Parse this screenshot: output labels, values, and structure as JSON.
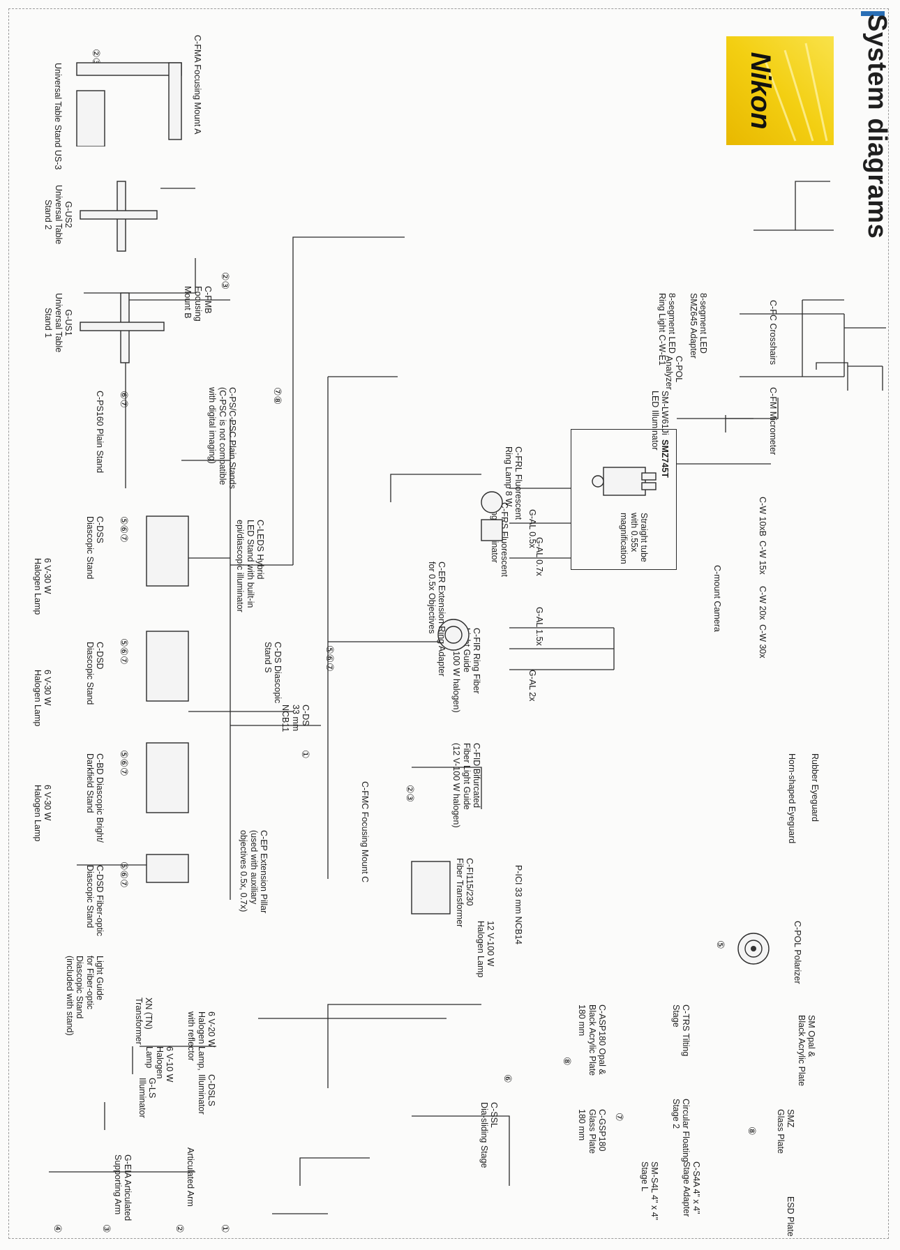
{
  "header": {
    "title": "System diagrams"
  },
  "brand": {
    "logo_text": "Nikon",
    "logo_yellow": "#f6d21b",
    "logo_text_color": "#111111",
    "accent": "#2a6fb6"
  },
  "components": {
    "rubber_eyeguard": "Rubber Eyeguard",
    "horn_eyeguard": "Horn-shaped Eyeguard",
    "crosshairs": "C-FC Crosshairs",
    "micrometer": "C-FM Micrometer",
    "cw10": "C-W 10xB",
    "cw15": "C-W 15x",
    "cw20": "C-W 20x",
    "cw30": "C-W 30x",
    "cmount": "C-mount Camera",
    "smz745t": "SMZ745T",
    "straight_tube": "Straight tube\nwith 0.55x\nmagnification",
    "ga05": "G-AL 0.5x",
    "ga07": "G-AL 0.7x",
    "ga15": "G-AL 1.5x",
    "ga2": "G-AL 2x",
    "led_adapter": "8-segment LED\nSMZ645 Adapter",
    "led_ring": "8-segment LED\nRing Light C-W-E1",
    "cpol_analyzer": "C-POL\nAnalyzer",
    "sm_lw61ji": "SM-LW61Ji\nLED Illuminator",
    "c_frl": "C-FRL Fluorescent\nRing Lamp 8 W",
    "c_frs": "C-FRS Fluorescent\nRing Illuminator",
    "c_fir": "C-FIR Ring Fiber\nLight Guide\n(12 V-100 W halogen)",
    "c_fid": "C-FID Bifurcated\nFiber Light Guide\n(12 V-100 W halogen)",
    "pici": "P-ICI 33 mm NCB14",
    "c_fi115": "C-FI115/230\nFiber Transformer",
    "halogen_12v": "12 V-100 W\nHalogen Lamp",
    "cpol_polarizer": "C-POL Polarizer",
    "sm_opal": "SM Opal &\nBlack Acrylic Plate",
    "smz_glass": "SMZ\nGlass Plate",
    "esd_plate": "ESD Plate",
    "c_trs": "C-TRS Tilting\nStage",
    "circular_stage": "Circular Floating\nStage 2",
    "sm_s4l": "SM-S4L 4\" x 4\"\nStage L",
    "c_s4a": "C-S4A 4\" x 4\"\nStage Adapter",
    "c_asp180": "C-ASP180 Opal &\nBlack Acrylic Plate\n180 mm",
    "c_gsp180": "C-GSP180\nGlass Plate\n180 mm",
    "c_ssl": "C-SSL\nDia-sliding Stage",
    "c_fma": "C-FMA Focusing Mount A",
    "us3": "Universal Table Stand US-3",
    "g_us2": "G-US2\nUniversal Table\nStand 2",
    "g_us1": "G-US1\nUniversal Table\nStand 1",
    "c_fmb": "C-FMB\nFocusing\nMount B",
    "c_ps": "C-PS/C-PSC Plain Stands\n(C-PSC is not compatible\nwith digital imaging)",
    "c_ps160": "C-PS160 Plain Stand",
    "c_leds": "C-LEDS Hybrid\nLED Stand with built-in\nepi/diascopic illuminator",
    "c_er": "C-ER Extension Ring Adapter\nfor 0.5x Objectives",
    "c_ds": "C-DS Diascopic\nStand S",
    "c_ds_ncb": "C-DS\n33 mm\nNCB11",
    "c_fmc": "C-FMC Focusing Mount C",
    "c_dss": "C-DSS\nDiascopic Stand",
    "c_dsd": "C-DSD\nDiascopic Stand",
    "c_bd": "C-BD Diascopic Bright/\nDarkfield Stand",
    "c_dsd_fo": "C-DSD Fiber-optic\nDiascopic Stand",
    "halogen_6v30": "6 V-30 W\nHalogen Lamp",
    "c_ep": "C-EP Extension Pillar\n(used with auxiliary\nobjectives 0.5x, 0.7x)",
    "light_guide": "Light Guide\nfor Fiber-optic\nDiascopic Stand\n(included with stand)",
    "xn_transformer": "XN (TN)\nTransformer",
    "halogen_6v20": "6 V-20 W\nHalogen Lamp,\nwith reflector",
    "halogen_6v10": "6 V-10 W\nHalogen\nLamp",
    "c_dsls": "C-DSLS\nIlluminator",
    "g_ls": "G-LS\nIlluminator",
    "articulated_arm": "Articulated Arm",
    "g_eia": "G-EIA Articulated\nSupporting Arm"
  },
  "markers": {
    "m1": "①",
    "m2": "②",
    "m3": "③",
    "m4": "④",
    "m5": "⑤",
    "m6": "⑥",
    "m7": "⑦",
    "m8": "⑧",
    "m23": "②③",
    "m67": "⑥⑦",
    "m78": "⑦⑧",
    "m567": "⑤⑥⑦"
  }
}
